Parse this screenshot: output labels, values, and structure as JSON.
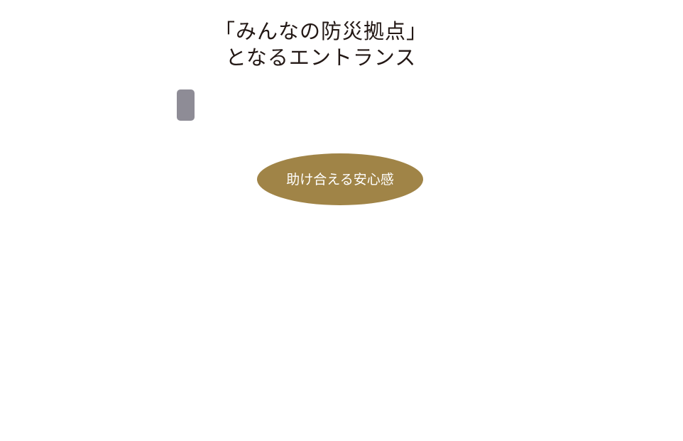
{
  "headline": {
    "line1": "「みんなの防災拠点」",
    "line2": "となるエントランス"
  },
  "marker": {
    "color": "#8e8c96"
  },
  "badge": {
    "label": "助け合える安心感",
    "color": "#a08447",
    "text_color": "#ffffff"
  }
}
